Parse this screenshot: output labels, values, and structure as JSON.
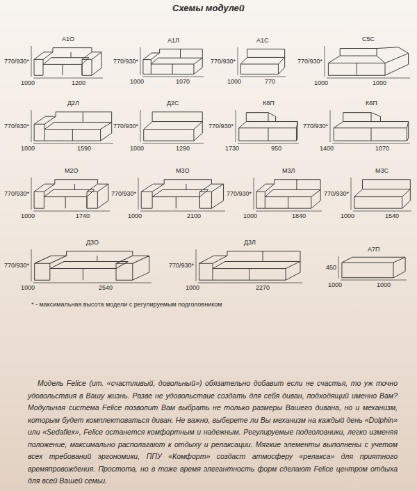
{
  "diagram": {
    "title": "Схемы модулей",
    "caption": "Модель Felice (ит. «счастливый, довольный») обязательно добавит если не счастья, то уж точно удовольствия в Вашу жизнь. Разве не удовольствие создать для себя диван, подходящий именно Вам? Модульная система Felice позволит Вам выбрать не только размеры Вашего дивана, но и механизм, которым будет комплектоваться диван. Не важно, выберете ли Вы механизм на каждый день «Dolphin» или «Sedaflex», Felice останется комфортным и надежным. Регулируемые подголовники, легко изменяя положение, максимально располагают к отдыху и релаксации. Мягкие элементы выполнены с учетом всех требований эргономики, ППУ «Комфорт» создаст атмосферу «релакса» для приятного времяпровождения. Простота, но в тоже время элегантность форм сделают Felice центром отдыха для всей Вашей семьи.",
    "labels": [
      "А1О",
      "770/930*",
      "1000",
      "1200",
      "А1Л",
      "770/930*",
      "1000",
      "1070",
      "А1С",
      "770/930*",
      "1000",
      "770",
      "С5С",
      "770/930*",
      "1000",
      "1000",
      "Д2Л",
      "770/930*",
      "1000",
      "1590",
      "Д2С",
      "770/930*",
      "1000",
      "1290",
      "К8П",
      "770/930*",
      "1730",
      "950",
      "К6П",
      "770/930*",
      "1400",
      "1070",
      "М2О",
      "770/930*",
      "1000",
      "1740",
      "М3О",
      "770/930*",
      "1000",
      "2100",
      "М3Л",
      "770/930*",
      "1000",
      "1840",
      "М3С",
      "770/930*",
      "1000",
      "1540",
      "Д3О",
      "770/930*",
      "1000",
      "2540",
      "Д3Л",
      "770/930*",
      "1000",
      "2270",
      "А7П",
      "450",
      "1000",
      "1000",
      "* - максимальная высота модели с регулируемым подголовником"
    ]
  }
}
